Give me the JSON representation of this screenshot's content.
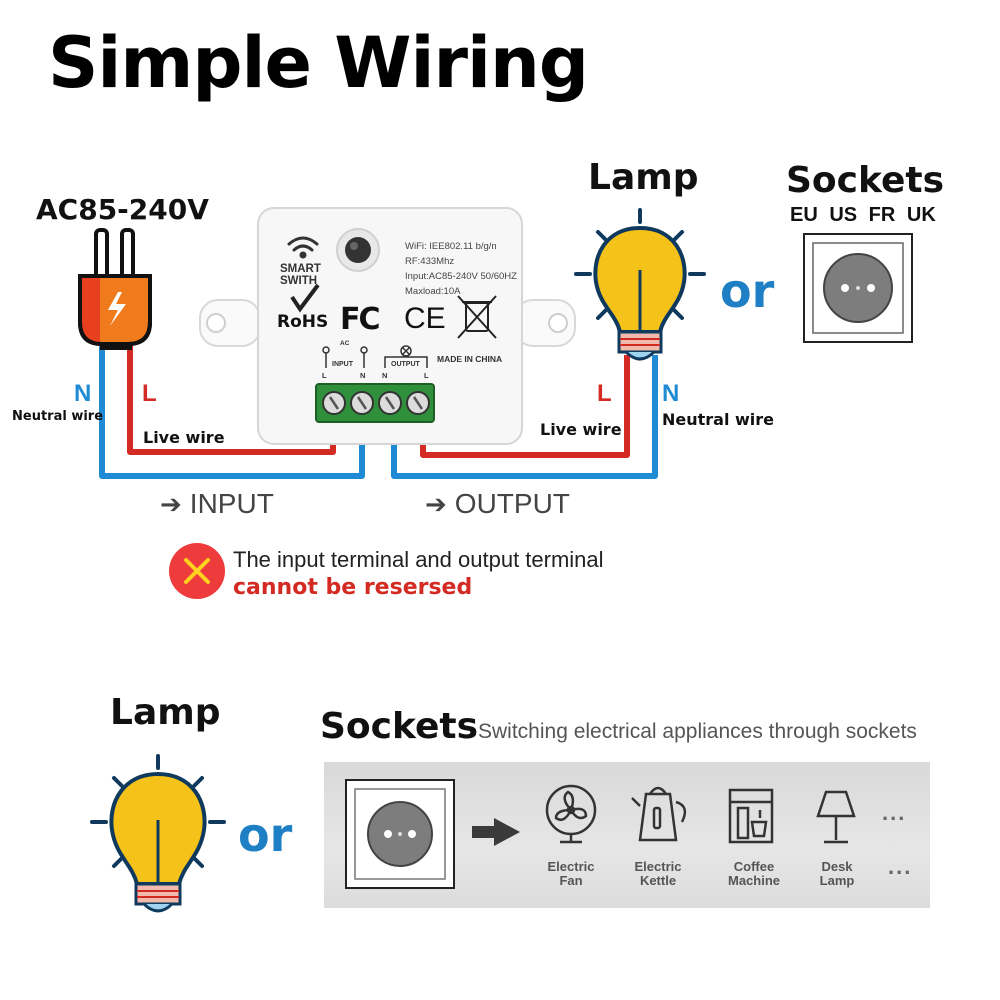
{
  "title": "Simple Wiring",
  "source": {
    "voltage": "AC85-240V"
  },
  "lamp_label": "Lamp",
  "sockets_label": "Sockets",
  "socket_types": "EU US FR UK",
  "or_text": "or",
  "device": {
    "name": "SMART\nSWITH",
    "name_line1": "SMART",
    "name_line2": "SWITH",
    "specs": [
      "WiFi: IEE802.11 b/g/n",
      "RF:433Mhz",
      "Input:AC85-240V 50/60HZ",
      "Maxload:10A"
    ],
    "made_in": "MADE IN CHINA",
    "cert_rohs": "RoHS",
    "cert_fc": "FC",
    "cert_ce": "CE",
    "terminal_input": "INPUT",
    "terminal_output": "OUTPUT",
    "terminal_ac": "AC",
    "terminal_letters": [
      "L",
      "N",
      "N",
      "L"
    ]
  },
  "wires": {
    "left_neutral_letter": "N",
    "left_live_letter": "L",
    "left_neutral_desc": "Neutral wire",
    "left_live_desc": "Live wire",
    "right_live_letter": "L",
    "right_neutral_letter": "N",
    "right_live_desc": "Live wire",
    "right_neutral_desc": "Neutral wire"
  },
  "flow": {
    "input": "INPUT",
    "output": "OUTPUT"
  },
  "warning": {
    "line1": "The input terminal and output terminal",
    "line2": "cannot be resersed"
  },
  "bottom": {
    "lamp_label": "Lamp",
    "or_text": "or",
    "sockets_label": "Sockets",
    "sockets_subtitle": "Switching electrical appliances through sockets",
    "appliances": [
      {
        "icon": "fan-icon",
        "line1": "Electric",
        "line2": "Fan"
      },
      {
        "icon": "kettle-icon",
        "line1": "Electric",
        "line2": "Kettle"
      },
      {
        "icon": "coffee-machine-icon",
        "line1": "Coffee",
        "line2": "Machine"
      },
      {
        "icon": "desk-lamp-icon",
        "line1": "Desk",
        "line2": "Lamp"
      }
    ],
    "more": "...",
    "more2": "..."
  },
  "colors": {
    "neutral": "#1e8bd4",
    "live": "#d42a24",
    "bulb": "#f5c21a",
    "plug": "#f07b1c",
    "terminal": "#2f8f3a",
    "or": "#1f7fc5"
  }
}
